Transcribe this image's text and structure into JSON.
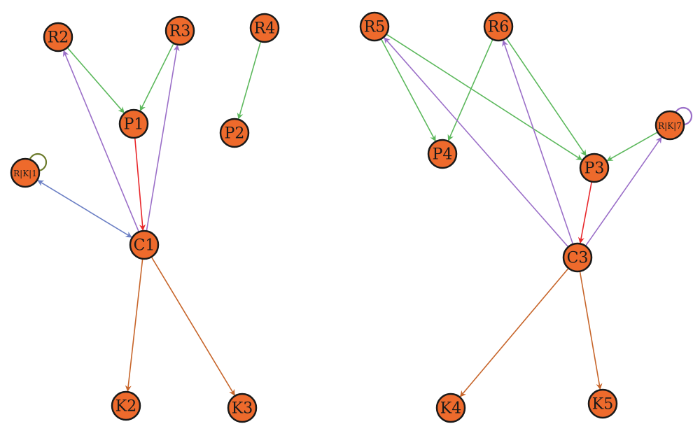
{
  "colors": {
    "node_fill": "#ee6a2c",
    "node_stroke": "#1a1a1a",
    "green": "#5cb85c",
    "purple": "#9b6fc8",
    "red": "#e8262a",
    "blue": "#6b7fc4",
    "orange": "#c7652a",
    "olive": "#6b7a2a"
  },
  "nodes": [
    {
      "id": "R2",
      "label": "R2"
    },
    {
      "id": "R3",
      "label": "R3"
    },
    {
      "id": "R4",
      "label": "R4"
    },
    {
      "id": "P1",
      "label": "P1"
    },
    {
      "id": "P2",
      "label": "P2"
    },
    {
      "id": "RIKI1",
      "label": "R|K|1"
    },
    {
      "id": "C1",
      "label": "C1"
    },
    {
      "id": "K2",
      "label": "K2"
    },
    {
      "id": "K3",
      "label": "K3"
    },
    {
      "id": "R5",
      "label": "R5"
    },
    {
      "id": "R6",
      "label": "R6"
    },
    {
      "id": "P4",
      "label": "P4"
    },
    {
      "id": "RIKI7",
      "label": "R|K|7"
    },
    {
      "id": "P3",
      "label": "P3"
    },
    {
      "id": "C3",
      "label": "C3"
    },
    {
      "id": "K4",
      "label": "K4"
    },
    {
      "id": "K5",
      "label": "K5"
    }
  ],
  "edges": [
    {
      "from": "R2",
      "to": "P1",
      "color": "green",
      "arrow_end": true,
      "arrow_start": false
    },
    {
      "from": "R3",
      "to": "P1",
      "color": "green",
      "arrow_end": true,
      "arrow_start": false
    },
    {
      "from": "R4",
      "to": "P2",
      "color": "green",
      "arrow_end": true,
      "arrow_start": false
    },
    {
      "from": "P1",
      "to": "C1",
      "color": "red",
      "arrow_end": true,
      "arrow_start": false
    },
    {
      "from": "C1",
      "to": "R2",
      "color": "purple",
      "arrow_end": true,
      "arrow_start": false
    },
    {
      "from": "C1",
      "to": "R3",
      "color": "purple",
      "arrow_end": true,
      "arrow_start": false
    },
    {
      "from": "RIKI1",
      "to": "C1",
      "color": "blue",
      "arrow_end": true,
      "arrow_start": true
    },
    {
      "from": "C1",
      "to": "K2",
      "color": "orange",
      "arrow_end": true,
      "arrow_start": false
    },
    {
      "from": "C1",
      "to": "K3",
      "color": "orange",
      "arrow_end": true,
      "arrow_start": false
    },
    {
      "from": "R5",
      "to": "P4",
      "color": "green",
      "arrow_end": true,
      "arrow_start": false
    },
    {
      "from": "R5",
      "to": "P3",
      "color": "green",
      "arrow_end": true,
      "arrow_start": false
    },
    {
      "from": "R6",
      "to": "P4",
      "color": "green",
      "arrow_end": true,
      "arrow_start": false
    },
    {
      "from": "R6",
      "to": "P3",
      "color": "green",
      "arrow_end": true,
      "arrow_start": false
    },
    {
      "from": "RIKI7",
      "to": "P3",
      "color": "green",
      "arrow_end": true,
      "arrow_start": false
    },
    {
      "from": "P3",
      "to": "C3",
      "color": "red",
      "arrow_end": true,
      "arrow_start": false
    },
    {
      "from": "C3",
      "to": "R5",
      "color": "purple",
      "arrow_end": true,
      "arrow_start": false
    },
    {
      "from": "C3",
      "to": "R6",
      "color": "purple",
      "arrow_end": true,
      "arrow_start": false
    },
    {
      "from": "C3",
      "to": "RIKI7",
      "color": "purple",
      "arrow_end": true,
      "arrow_start": false
    },
    {
      "from": "C3",
      "to": "K4",
      "color": "orange",
      "arrow_end": true,
      "arrow_start": false
    },
    {
      "from": "C3",
      "to": "K5",
      "color": "orange",
      "arrow_end": true,
      "arrow_start": false
    }
  ],
  "self_loops": [
    {
      "node": "RIKI1",
      "color": "olive"
    },
    {
      "node": "RIKI7",
      "color": "purple"
    }
  ]
}
